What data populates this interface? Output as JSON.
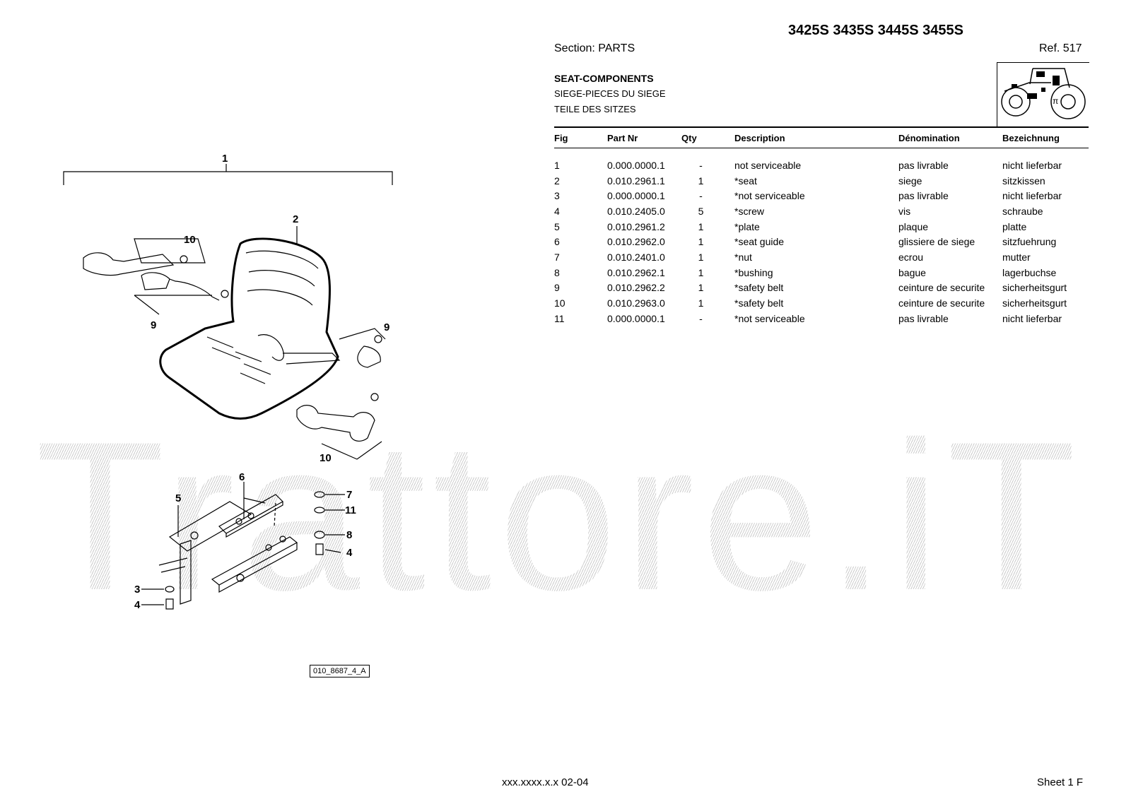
{
  "header": {
    "models": "3425S 3435S 3445S 3455S",
    "section": "Section: PARTS",
    "ref": "Ref. 517",
    "title_en": "SEAT-COMPONENTS",
    "title_fr": "SIEGE-PIECES DU SIEGE",
    "title_de": "TEILE DES SITZES"
  },
  "table": {
    "columns": [
      "Fig",
      "Part Nr",
      "Qty",
      "Description",
      "Dénomination",
      "Bezeichnung"
    ],
    "rows": [
      [
        "1",
        "0.000.0000.1",
        "-",
        "not serviceable",
        "pas livrable",
        "nicht lieferbar"
      ],
      [
        "2",
        "0.010.2961.1",
        "1",
        "*seat",
        "siege",
        "sitzkissen"
      ],
      [
        "3",
        "0.000.0000.1",
        "-",
        "*not serviceable",
        "pas livrable",
        "nicht lieferbar"
      ],
      [
        "4",
        "0.010.2405.0",
        "5",
        "*screw",
        "vis",
        "schraube"
      ],
      [
        "5",
        "0.010.2961.2",
        "1",
        "*plate",
        "plaque",
        "platte"
      ],
      [
        "6",
        "0.010.2962.0",
        "1",
        "*seat guide",
        "glissiere de siege",
        "sitzfuehrung"
      ],
      [
        "7",
        "0.010.2401.0",
        "1",
        "*nut",
        "ecrou",
        "mutter"
      ],
      [
        "8",
        "0.010.2962.1",
        "1",
        "*bushing",
        "bague",
        "lagerbuchse"
      ],
      [
        "9",
        "0.010.2962.2",
        "1",
        "*safety belt",
        "ceinture de securite",
        "sicherheitsgurt"
      ],
      [
        "10",
        "0.010.2963.0",
        "1",
        "*safety belt",
        "ceinture de securite",
        "sicherheitsgurt"
      ],
      [
        "11",
        "0.000.0000.1",
        "-",
        "*not serviceable",
        "pas livrable",
        "nicht lieferbar"
      ]
    ]
  },
  "diagram": {
    "callouts": [
      "1",
      "2",
      "10",
      "9",
      "9",
      "10",
      "6",
      "5",
      "7",
      "11",
      "8",
      "4",
      "3",
      "4"
    ],
    "drawing_code": "010_8687_4_A"
  },
  "watermark": "Trattore.iT",
  "footer": {
    "code": "xxx.xxxx.x.x  02-04",
    "sheet": "Sheet 1 F"
  },
  "icons": [
    "tractor-thumbnail-icon"
  ]
}
